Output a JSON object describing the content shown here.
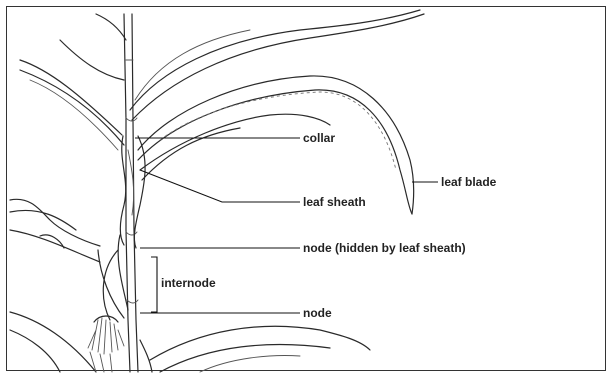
{
  "labels": {
    "collar": "collar",
    "leaf_sheath": "leaf sheath",
    "leaf_blade": "leaf blade",
    "node_hidden": "node (hidden by leaf sheath)",
    "internode": "internode",
    "node": "node"
  },
  "colors": {
    "background": "#ffffff",
    "ink": "#2a2a2a",
    "border": "#333333"
  }
}
